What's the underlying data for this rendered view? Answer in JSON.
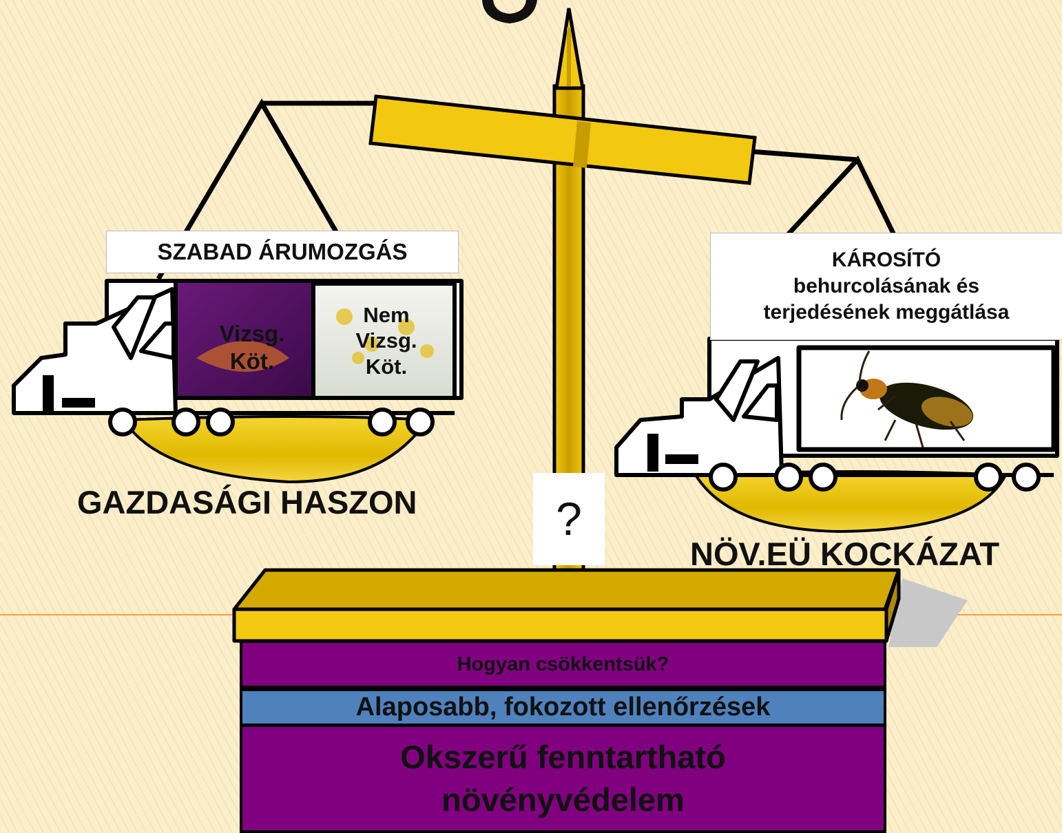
{
  "signs": {
    "left": "SZABAD ÁRUMOZGÁS",
    "right_lines": [
      "KÁROSÍTÓ",
      "behurcolásának és",
      "terjedésének meggátlása"
    ]
  },
  "crates": {
    "examined_lines": [
      "Vizsg.",
      "Köt."
    ],
    "not_examined_lines": [
      "Nem",
      "Vizsg.",
      "Köt."
    ]
  },
  "pans": {
    "left_label": "GAZDASÁGI HASZON",
    "right_label": "NÖV.EÜ KOCKÁZAT"
  },
  "question_mark": "?",
  "pedestal": {
    "top_band": "Hogyan csökkentsük?",
    "middle_band": "Alaposabb, fokozott ellenőrzések",
    "bottom_band_lines": [
      "Okszerű fenntartható",
      "növényvédelem"
    ]
  },
  "colors": {
    "gold": "#f2c811",
    "gold_dark": "#c9a200",
    "purple": "#800080",
    "blue": "#4f81bd",
    "orange_rule": "#f59d3d"
  },
  "icons": {
    "scale": "balance-scale-icon",
    "truck": "truck-icon",
    "beetle": "beetle-icon"
  }
}
